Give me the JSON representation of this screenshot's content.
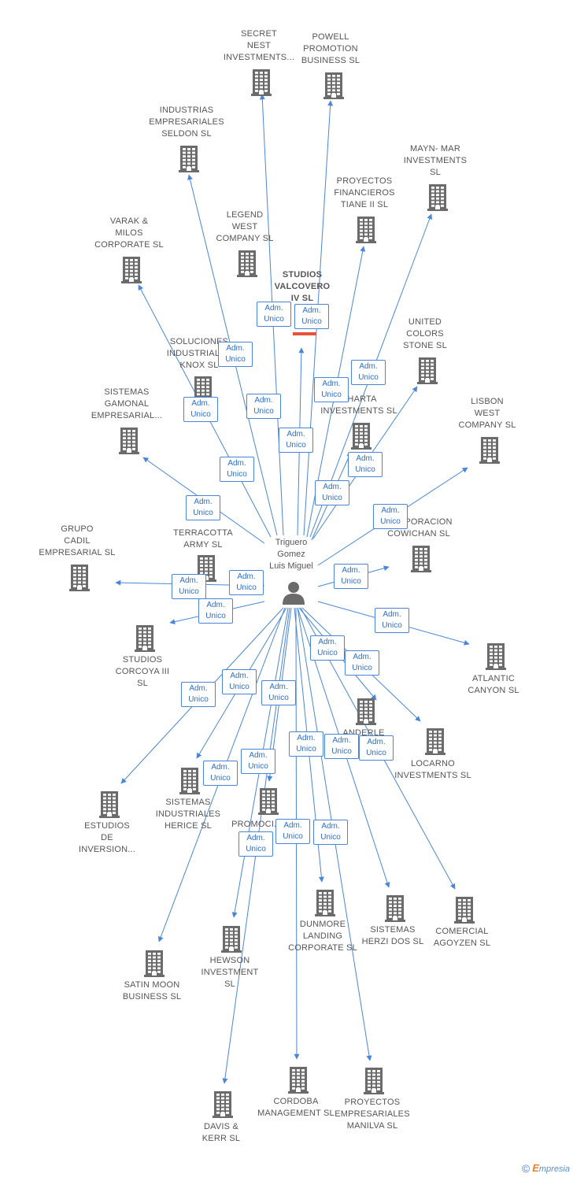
{
  "center": {
    "name": "Triguero\nGomez\nLuis Miguel",
    "icon": "person-icon"
  },
  "badge": {
    "line1": "Adm.",
    "line2": "Unico"
  },
  "companies": [
    {
      "id": "secret-nest",
      "label": "SECRET\nNEST\nINVESTMENTS..."
    },
    {
      "id": "powell",
      "label": "POWELL\nPROMOTION\nBUSINESS  SL"
    },
    {
      "id": "seldon",
      "label": "INDUSTRIAS\nEMPRESARIALES\nSELDON SL"
    },
    {
      "id": "mayn-mar",
      "label": "MAYN- MAR\nINVESTMENTS\nSL"
    },
    {
      "id": "tiane",
      "label": "PROYECTOS\nFINANCIEROS\nTIANE II  SL"
    },
    {
      "id": "legend",
      "label": "LEGEND\nWEST\nCOMPANY SL"
    },
    {
      "id": "varak",
      "label": "VARAK &\nMILOS\nCORPORATE SL"
    },
    {
      "id": "valcovero",
      "label": "STUDIOS\nVALCOVERO\nIV  SL",
      "bold": true
    },
    {
      "id": "knox",
      "label": "SOLUCIONES\nINDUSTRIALES\nKNOX SL"
    },
    {
      "id": "united",
      "label": "UNITED\nCOLORS\nSTONE SL"
    },
    {
      "id": "charta",
      "label": "CHARTA\nINVESTMENTS SL"
    },
    {
      "id": "gamonal",
      "label": "SISTEMAS\nGAMONAL\nEMPRESARIAL..."
    },
    {
      "id": "lisbon",
      "label": "LISBON\nWEST\nCOMPANY  SL"
    },
    {
      "id": "cowichan",
      "label": "CORPORACION\nCOWICHAN SL"
    },
    {
      "id": "terracotta",
      "label": "TERRACOTTA\nARMY  SL"
    },
    {
      "id": "cadil",
      "label": "GRUPO\nCADIL\nEMPRESARIAL SL"
    },
    {
      "id": "corcoya",
      "label": "STUDIOS\nCORCOYA III\nSL"
    },
    {
      "id": "atlantic",
      "label": "ATLANTIC\nCANYON SL"
    },
    {
      "id": "anderle",
      "label": "ANDERLE"
    },
    {
      "id": "locarno",
      "label": "LOCARNO\nINVESTMENTS SL"
    },
    {
      "id": "estudios",
      "label": "ESTUDIOS\nDE\nINVERSION..."
    },
    {
      "id": "herice",
      "label": "SISTEMAS\nINDUSTRIALES\nHERICE  SL"
    },
    {
      "id": "promoc",
      "label": "PROMOCI...\nD..."
    },
    {
      "id": "dunmore",
      "label": "DUNMORE\nLANDING\nCORPORATE SL"
    },
    {
      "id": "herzi",
      "label": "SISTEMAS\nHERZI DOS SL"
    },
    {
      "id": "agoyzen",
      "label": "COMERCIAL\nAGOYZEN SL"
    },
    {
      "id": "hewson",
      "label": "HEWSON\nINVESTMENT\nSL"
    },
    {
      "id": "satin",
      "label": "SATIN MOON\nBUSINESS SL"
    },
    {
      "id": "cordoba",
      "label": "CORDOBA\nMANAGEMENT SL"
    },
    {
      "id": "manilva",
      "label": "PROYECTOS\nEMPRESARIALES\nMANILVA SL"
    },
    {
      "id": "davis",
      "label": "DAVIS &\nKERR SL"
    }
  ],
  "footer": {
    "copyright": "©",
    "brand_e": "E",
    "brand_rest": "mpresia"
  },
  "colors": {
    "edge": "#4a86d8",
    "building": "#6b6b6b",
    "text": "#555555",
    "accent": "#e8523a"
  }
}
